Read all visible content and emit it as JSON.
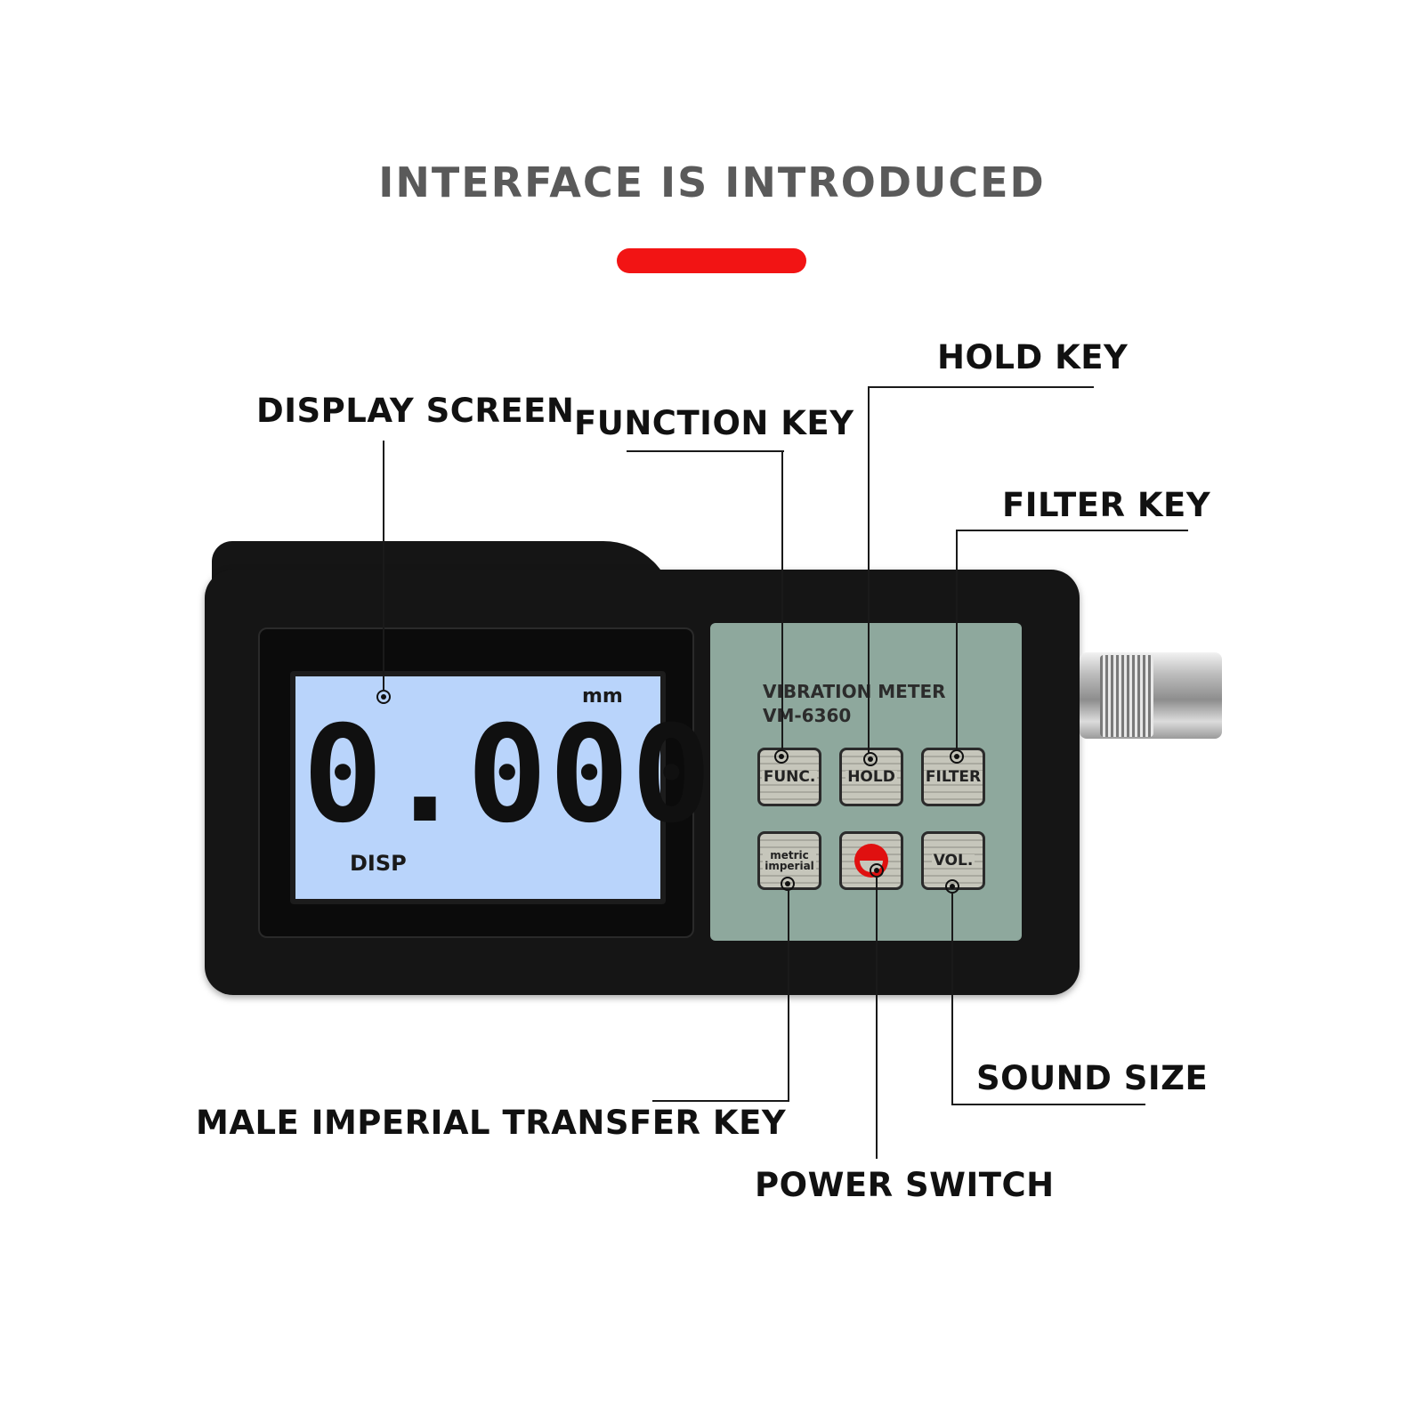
{
  "header": {
    "title": "INTERFACE IS INTRODUCED",
    "accent_color": "#f21414"
  },
  "callouts": {
    "display_screen": "DISPLAY SCREEN",
    "function_key": "FUNCTION KEY",
    "hold_key": "HOLD KEY",
    "filter_key": "FILTER KEY",
    "sound_size": "SOUND SIZE",
    "power_switch": "POWER SWITCH",
    "metric_imperial_key": "MALE IMPERIAL TRANSFER KEY"
  },
  "device": {
    "lcd": {
      "value": "0.000",
      "unit": "mm",
      "mode": "DISP"
    },
    "panel": {
      "title": "VIBRATION METER",
      "model": "VM-6360"
    },
    "keys": {
      "func": "FUNC.",
      "hold": "HOLD",
      "filter": "FILTER",
      "metric": "metric",
      "imperial": "imperial",
      "vol": "VOL."
    },
    "power_color": "#e01010"
  }
}
